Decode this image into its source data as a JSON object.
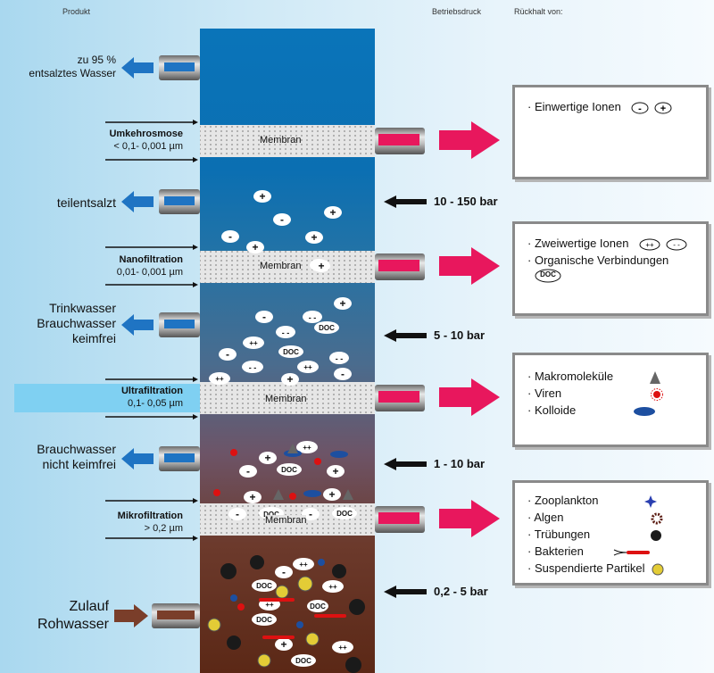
{
  "headers": {
    "product": "Produkt",
    "pressure": "Betriebsdruck",
    "retention": "Rückhalt von:"
  },
  "products": [
    {
      "text1": "zu 95 %",
      "text2": "entsalztes Wasser"
    },
    {
      "text1": "teilentsalzt"
    },
    {
      "text1": "Trinkwasser",
      "text2": "Brauchwasser",
      "text3": "keimfrei"
    },
    {
      "text1": "Brauchwasser",
      "text2": "nicht keimfrei"
    },
    {
      "text1": "Zulauf",
      "text2": "Rohwasser"
    }
  ],
  "processes": [
    {
      "name": "Umkehrosmose",
      "range": "< 0,1- 0,001 µm"
    },
    {
      "name": "Nanofiltration",
      "range": "0,01- 0,001 µm"
    },
    {
      "name": "Ultrafiltration",
      "range": "0,1- 0,05 µm"
    },
    {
      "name": "Mikrofiltration",
      "range": "> 0,2 µm"
    }
  ],
  "membrane_label": "Membran",
  "pressures": [
    "10 - 150 bar",
    "5 - 10 bar",
    "1 - 10 bar",
    "0,2 - 5 bar"
  ],
  "retention_boxes": [
    {
      "items": [
        "Einwertige Ionen"
      ]
    },
    {
      "items": [
        "Zweiwertige Ionen",
        "Organische Verbindungen"
      ],
      "doc": "DOC"
    },
    {
      "items": [
        "Makromoleküle",
        "Viren",
        "Kolloide"
      ]
    },
    {
      "items": [
        "Zooplankton",
        "Algen",
        "Trübungen",
        "Bakterien",
        "Suspendierte Partikel"
      ]
    }
  ],
  "particles": {
    "doc": "DOC",
    "plus": "+",
    "minus": "-",
    "plusplus": "++",
    "minusminus": "- -"
  },
  "colors": {
    "arrow_blue": "#1f74c3",
    "arrow_red": "#e8175d",
    "arrow_brown": "#7a3e2a",
    "column_top": "#0a74b9",
    "column_bottom": "#5a2a1a"
  }
}
